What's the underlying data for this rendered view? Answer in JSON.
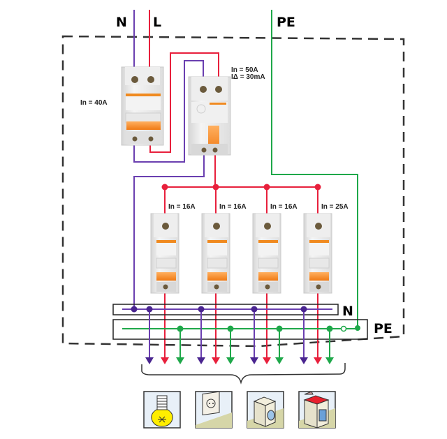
{
  "title": "Residential distribution board wiring diagram",
  "conductors": {
    "neutral": {
      "label": "N",
      "color": "#6a3fb0"
    },
    "line": {
      "label": "L",
      "color": "#e8203c"
    },
    "protective_earth": {
      "label": "PE",
      "color": "#1fa84a"
    }
  },
  "devices": {
    "main_breaker": {
      "type": "2-pole circuit breaker",
      "rating_label": "In = 40A"
    },
    "rcd": {
      "type": "residual current device",
      "rating_label": "In = 50A",
      "sensitivity_label": "IΔ = 30mA"
    },
    "branch_breakers": [
      {
        "rating_label": "In = 16A",
        "load": "lighting"
      },
      {
        "rating_label": "In = 16A",
        "load": "socket-outlet"
      },
      {
        "rating_label": "In = 16A",
        "load": "washing-machine"
      },
      {
        "rating_label": "In = 25A",
        "load": "electric-stove"
      }
    ]
  },
  "bus_bars": {
    "neutral_label": "N",
    "earth_label": "PE"
  },
  "loads": [
    {
      "name": "Lighting",
      "icon": "light-bulb-icon"
    },
    {
      "name": "Socket outlet",
      "icon": "socket-icon"
    },
    {
      "name": "Washing machine",
      "icon": "washing-machine-icon"
    },
    {
      "name": "Electric stove",
      "icon": "stove-icon"
    }
  ]
}
